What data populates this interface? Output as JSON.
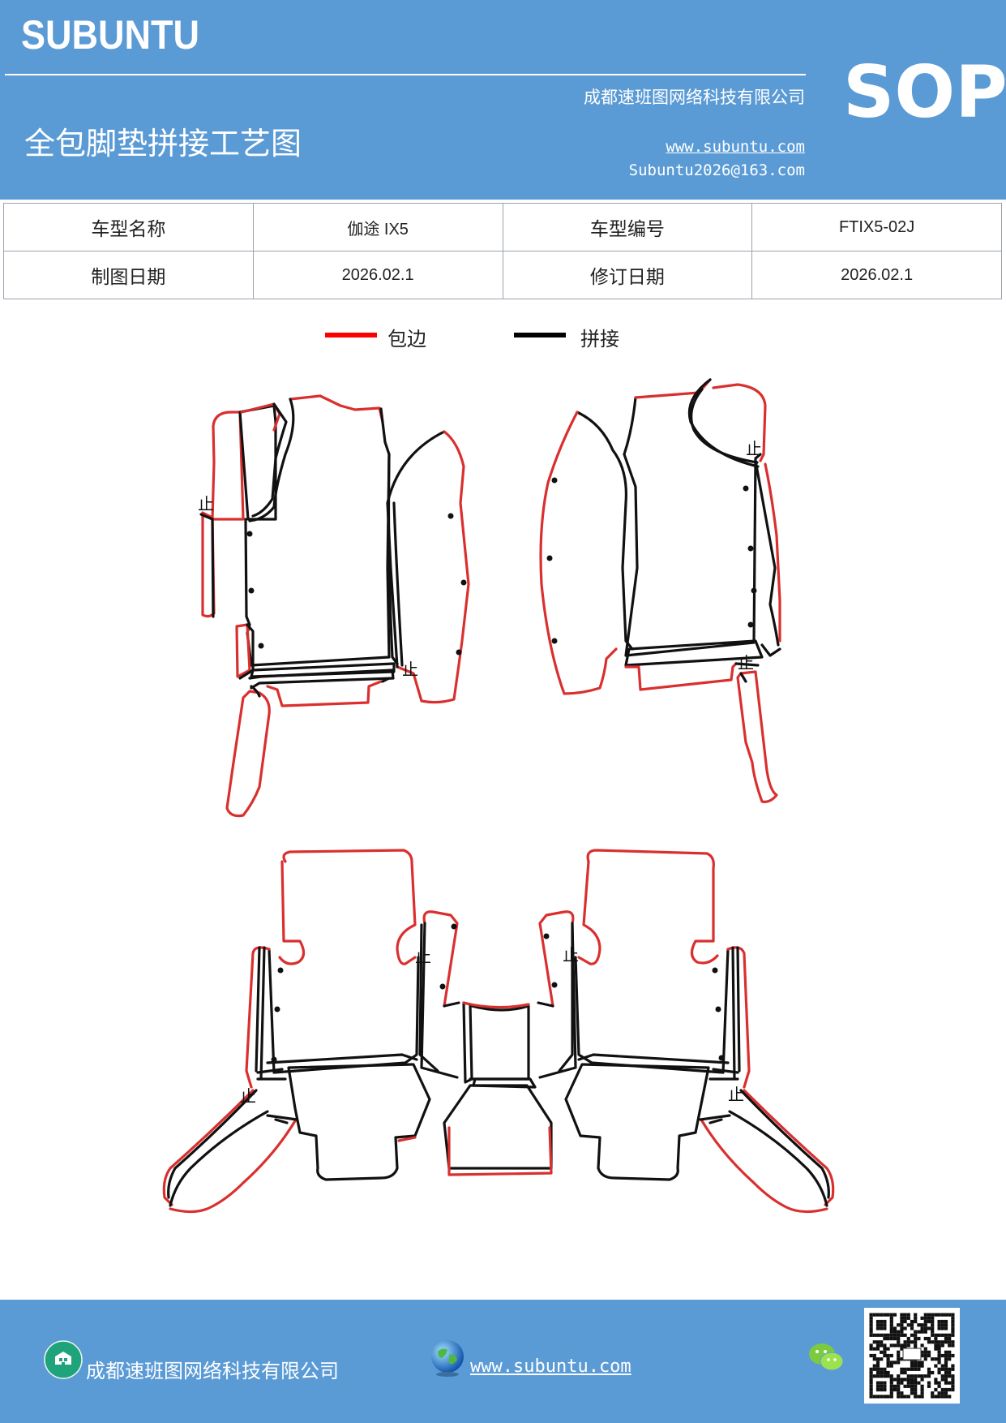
{
  "header": {
    "brand": "SUBUNTU",
    "doc_type": "SOP",
    "company": "成都速班图网络科技有限公司",
    "title": "全包脚垫拼接工艺图",
    "website": "www.subuntu.com",
    "email": "Subuntu2026@163.com"
  },
  "info_table": {
    "row1": {
      "label1": "车型名称",
      "value1": "伽途 IX5",
      "label2": "车型编号",
      "value2": "FTIX5-02J"
    },
    "row2": {
      "label1": "制图日期",
      "value1": "2026.02.1",
      "label2": "修订日期",
      "value2": "2026.02.1"
    }
  },
  "legend": {
    "items": [
      {
        "label": "包边",
        "color": "#ff0000"
      },
      {
        "label": "拼接",
        "color": "#000000"
      }
    ]
  },
  "drawing": {
    "stop_mark": "止",
    "edge_color": "#d9302f",
    "seam_color": "#111111"
  },
  "footer": {
    "company": "成都速班图网络科技有限公司",
    "website": "www.subuntu.com ",
    "icons": [
      "building-icon",
      "globe-icon",
      "wechat-icon",
      "qr-code-image"
    ]
  }
}
